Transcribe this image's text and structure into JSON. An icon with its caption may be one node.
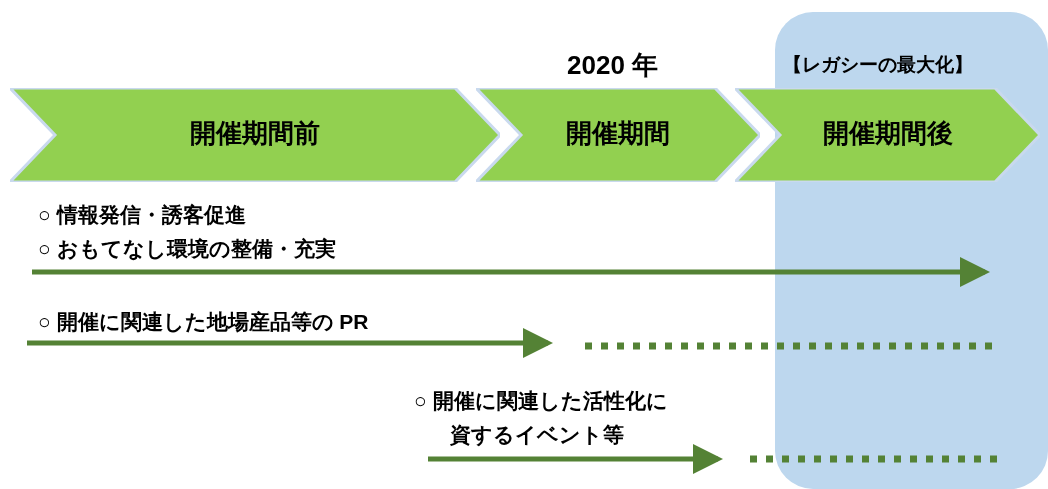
{
  "diagram": {
    "nodes": [
      {
        "text": [
          "開催期間前"
        ]
      },
      {
        "text": [
          "開催期間"
        ]
      },
      {
        "text": [
          "開催期間後"
        ]
      },
      {
        "text": [
          "【レガシーの最大化】"
        ]
      }
    ],
    "labels": [
      "2020 年",
      "○ 情報発信・誘客促進",
      "○ おもてなし環境の整備・充実",
      "○ 開催に関連した地場産品等の PR",
      "○ 開催に関連した活性化に資するイベント等"
    ]
  }
}
